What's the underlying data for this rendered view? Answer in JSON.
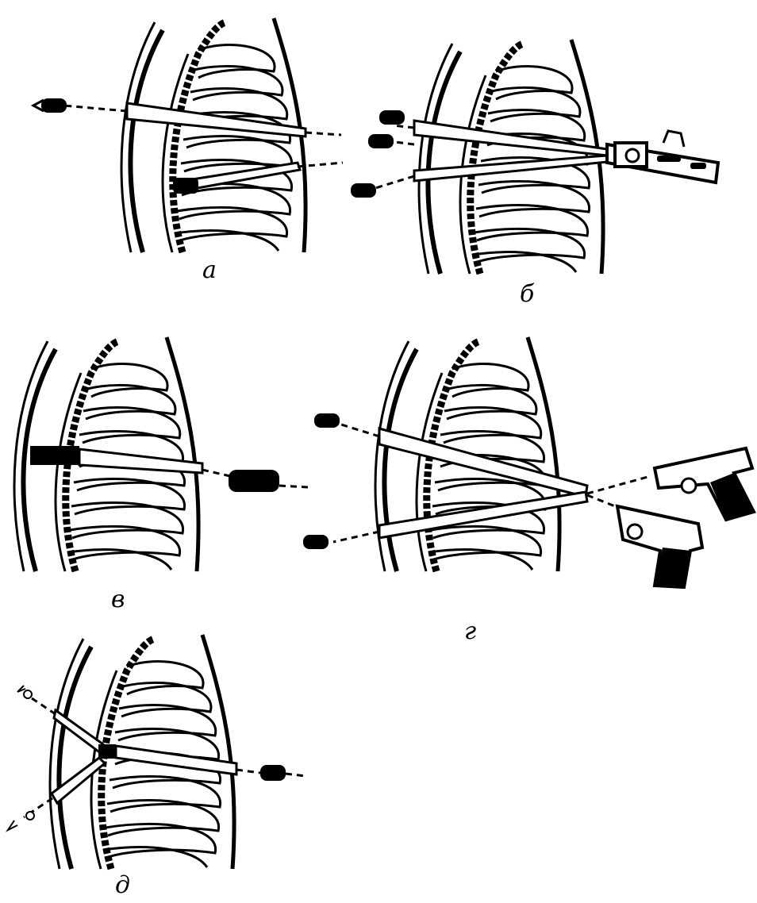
{
  "figure": {
    "panels": [
      {
        "id": "a",
        "label": "а"
      },
      {
        "id": "b",
        "label": "б"
      },
      {
        "id": "v",
        "label": "в"
      },
      {
        "id": "g",
        "label": "г"
      },
      {
        "id": "d",
        "label": "д"
      }
    ]
  }
}
